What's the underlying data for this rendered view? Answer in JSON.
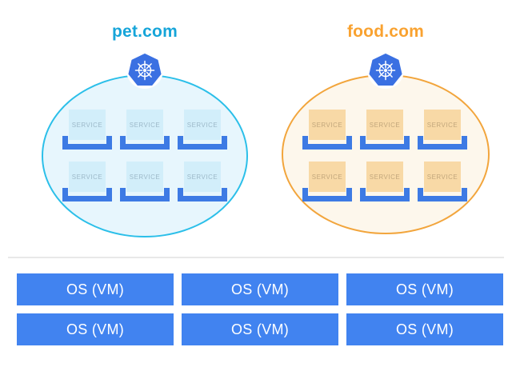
{
  "diagram": {
    "clusters": [
      {
        "title": "pet.com",
        "title_color": "#16a5d9",
        "border_color": "#2bbfe9",
        "fill_color": "#e7f6fd",
        "service_fill": "#d2eefa",
        "service_text_color": "#9db9c9",
        "icon": "kubernetes-logo",
        "services": [
          "SERVICE",
          "SERVICE",
          "SERVICE",
          "SERVICE",
          "SERVICE",
          "SERVICE"
        ]
      },
      {
        "title": "food.com",
        "title_color": "#f9a230",
        "border_color": "#f2a53c",
        "fill_color": "#fdf7ec",
        "service_fill": "#f8d9a6",
        "service_text_color": "#c2a77c",
        "icon": "kubernetes-logo",
        "services": [
          "SERVICE",
          "SERVICE",
          "SERVICE",
          "SERVICE",
          "SERVICE",
          "SERVICE"
        ]
      }
    ],
    "bracket_color": "#3d7ae4",
    "kubernetes_icon_color": "#3a70e2",
    "divider_color": "#e8e8e8",
    "vm_layer": {
      "box_color": "#4183f0",
      "text_color": "#ffffff",
      "boxes": [
        "OS (VM)",
        "OS (VM)",
        "OS (VM)",
        "OS (VM)",
        "OS (VM)",
        "OS (VM)"
      ]
    }
  }
}
